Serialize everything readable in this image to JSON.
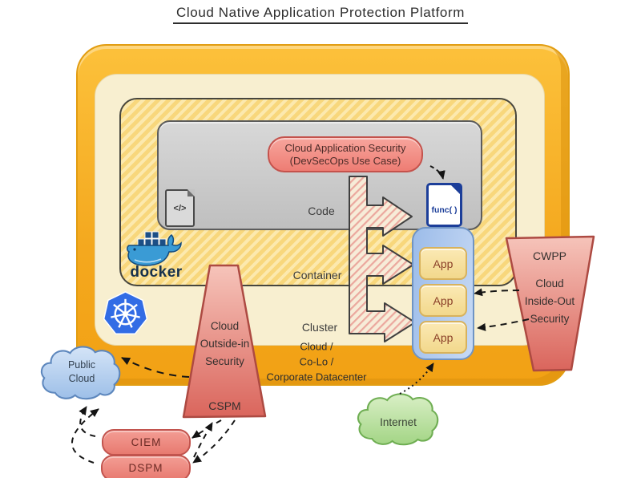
{
  "title": "Cloud Native Application Protection Platform",
  "devsecops_badge": {
    "line1": "Cloud Application Security",
    "line2": "(DevSecOps Use Case)"
  },
  "layers": {
    "code": "Code",
    "container": "Container",
    "cluster": "Cluster",
    "datacenter_lines": [
      "Cloud /",
      "Co-Lo /",
      "Corporate Datacenter"
    ]
  },
  "code_icon_glyph": "</>",
  "function_icon_label": "func( )",
  "docker_label": "docker",
  "app_stack": {
    "apps": [
      "App",
      "App",
      "App"
    ]
  },
  "cwpp": {
    "name": "CWPP",
    "lines": [
      "Cloud",
      "Inside-Out",
      "Security"
    ]
  },
  "cspm": {
    "lines": [
      "Cloud",
      "Outside-in",
      "Security"
    ],
    "name": "CSPM"
  },
  "public_cloud": {
    "line1": "Public",
    "line2": "Cloud"
  },
  "internet_label": "Internet",
  "pills": {
    "ciem": "CIEM",
    "dspm": "DSPM"
  },
  "colors": {
    "outer_orange": "#F4A81E",
    "cream": "#F8EFD0",
    "hatch_yellow": "#F8D77C",
    "gray_panel": "#C9C9C9",
    "badge_pink": "#EE7D74",
    "pill_pink": "#E87A70",
    "trapezoid_pink": "#DB675E",
    "app_stack_blue": "#A9C6EE",
    "app_yellow": "#F6Df9A",
    "func_navy": "#1C3E99",
    "docker_blue": "#3A9BD5",
    "kubernetes_blue": "#326CE5",
    "public_cloud_blue": "#A8C6EA",
    "internet_green": "#ABD88E"
  }
}
